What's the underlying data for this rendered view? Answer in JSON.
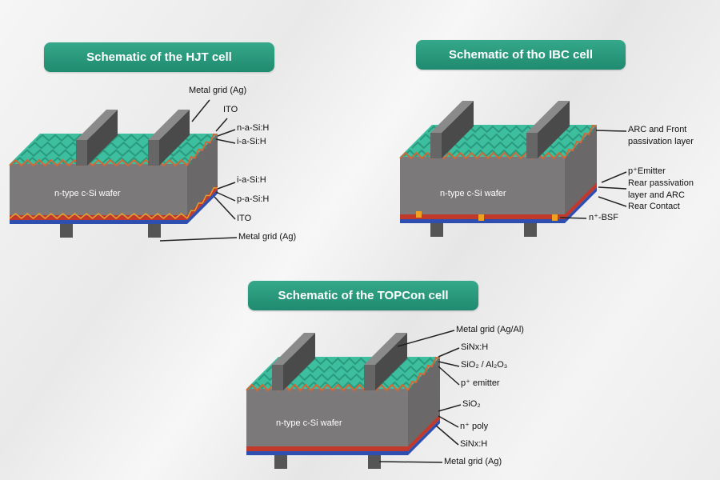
{
  "hjt": {
    "title": "Schematic of the HJT cell",
    "wafer": "n-type c-Si wafer",
    "labels": [
      "Metal grid (Ag)",
      "ITO",
      "n-a-Si:H",
      "i-a-Si:H",
      "i-a-Si:H",
      "p-a-Si:H",
      "ITO",
      "Metal grid (Ag)"
    ]
  },
  "ibc": {
    "title": "Schematic of tho IBC cell",
    "wafer": "n-type c-Si wafer",
    "labels": [
      "ARC and Front",
      "passivation layer",
      "p⁺Emitter",
      "Rear passivation",
      "layer and ARC",
      "Rear Contact",
      "n⁺-BSF"
    ]
  },
  "topcon": {
    "title": "Schematic of the TOPCon cell",
    "wafer": "n-type c-Si wafer",
    "labels": [
      "Metal grid (Ag/Al)",
      "SiNx:H",
      "SiO₂ / Al₂O₃",
      "p⁺ emitter",
      "SiO₂",
      "n⁺ poly",
      "SiNx:H",
      "Metal grid (Ag)"
    ]
  },
  "colors": {
    "accent": "#2a9d80",
    "texture": "#3dbf9f",
    "wafer": "#7b7979",
    "red": "#c0392b",
    "blue": "#2e4fb0"
  }
}
